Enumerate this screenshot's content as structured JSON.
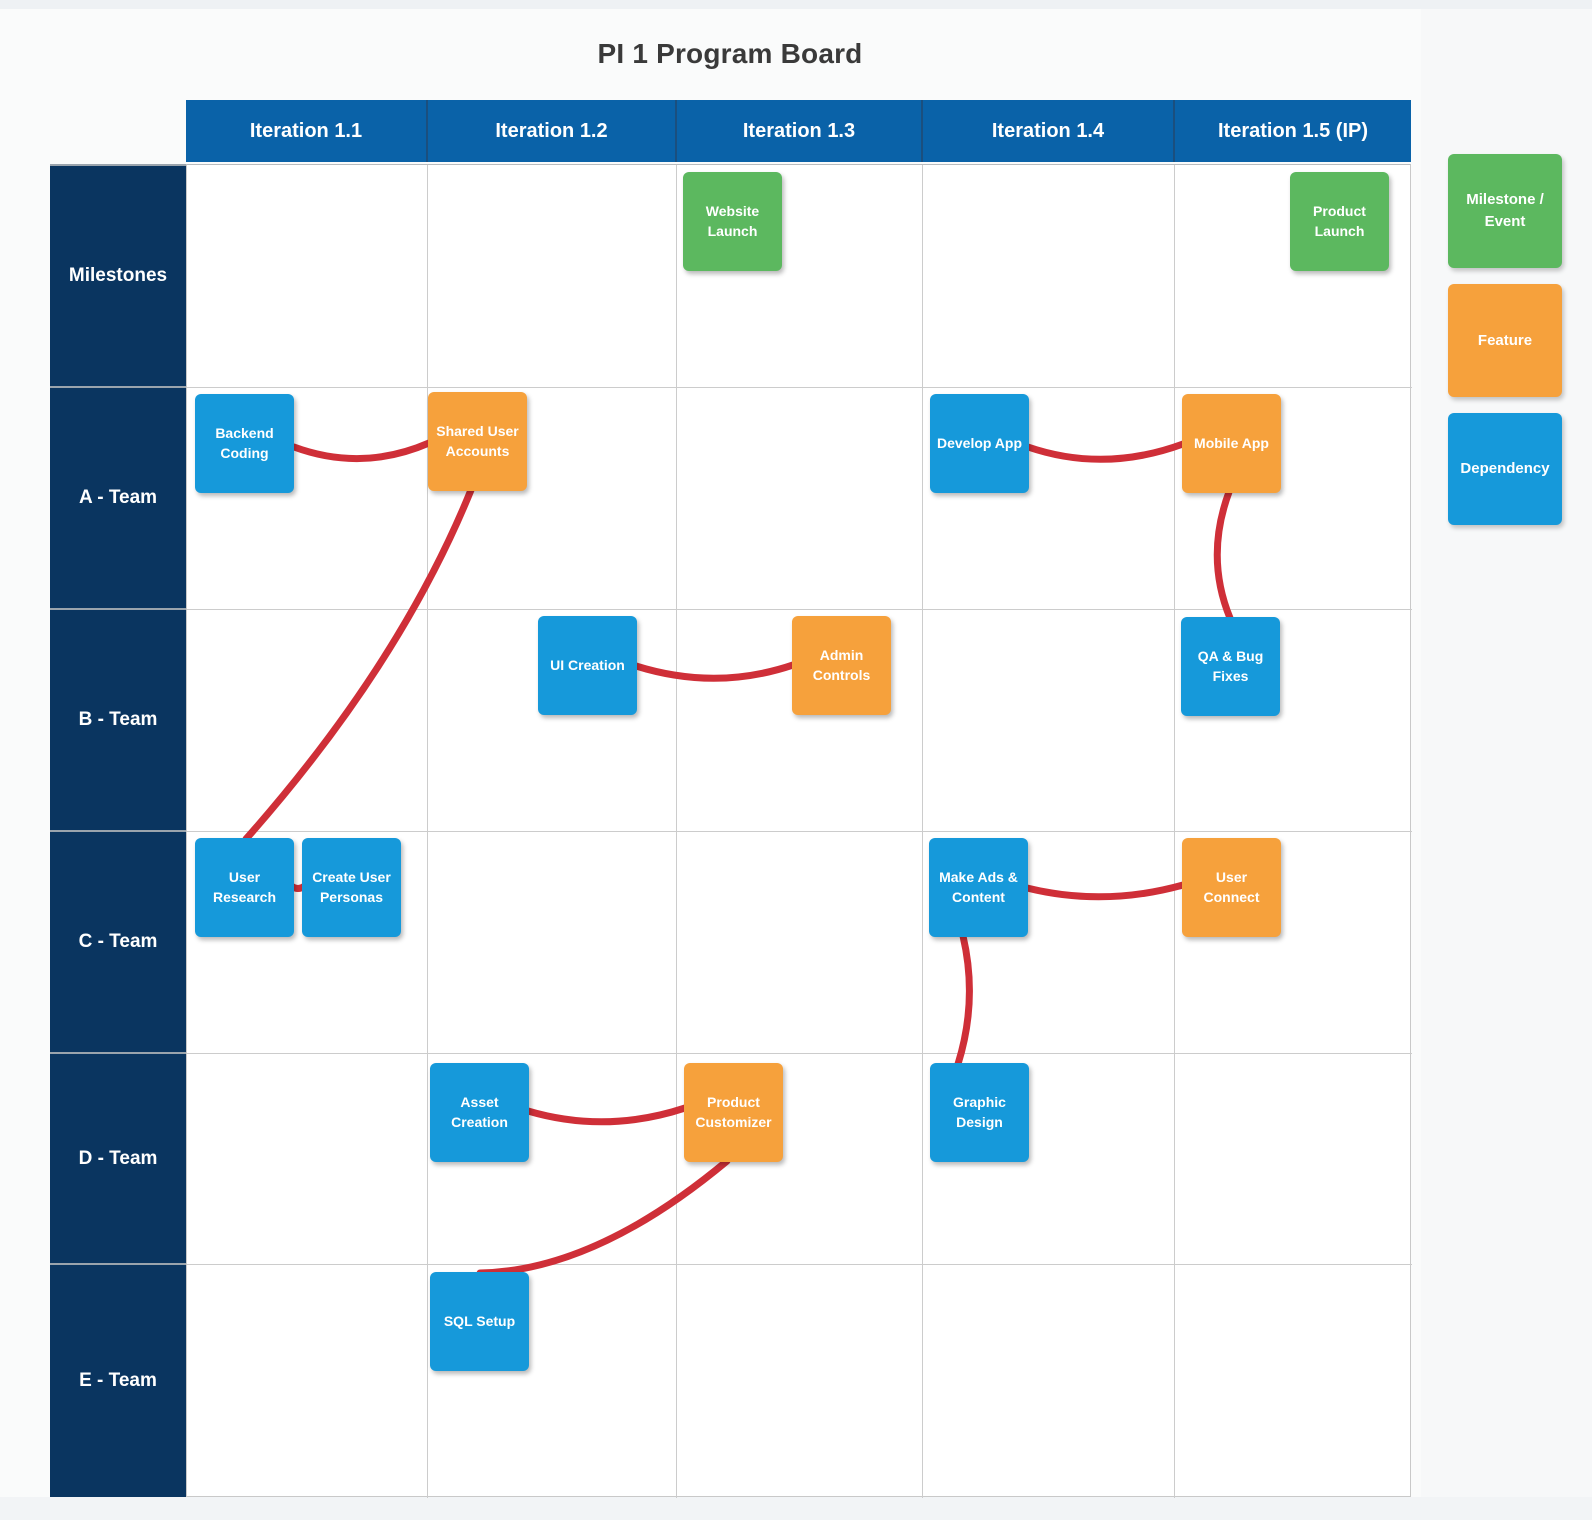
{
  "title": "PI 1 Program Board",
  "columns": [
    {
      "label": "Iteration 1.1"
    },
    {
      "label": "Iteration 1.2"
    },
    {
      "label": "Iteration 1.3"
    },
    {
      "label": "Iteration 1.4"
    },
    {
      "label": "Iteration 1.5 (IP)"
    }
  ],
  "rows": [
    {
      "label": "Milestones"
    },
    {
      "label": "A - Team"
    },
    {
      "label": "B - Team"
    },
    {
      "label": "C - Team"
    },
    {
      "label": "D - Team"
    },
    {
      "label": "E - Team"
    }
  ],
  "legend": [
    {
      "label": "Milestone / Event",
      "type": "milestone",
      "color": "#5CB85F"
    },
    {
      "label": "Feature",
      "type": "feature",
      "color": "#F6A13C"
    },
    {
      "label": "Dependency",
      "type": "dependency",
      "color": "#1699DA"
    }
  ],
  "colors": {
    "header_blue": "#0A62A8",
    "sidebar_navy": "#0A3560",
    "card_blue": "#1699DA",
    "card_orange": "#F6A13C",
    "card_green": "#5CB85F",
    "connector_red": "#CF2F38"
  },
  "cards": [
    {
      "label": "Website Launch",
      "type": "milestone",
      "row": "Milestones",
      "column": "Iteration 1.3"
    },
    {
      "label": "Product Launch",
      "type": "milestone",
      "row": "Milestones",
      "column": "Iteration 1.5 (IP)"
    },
    {
      "label": "Backend Coding",
      "type": "dependency",
      "row": "A - Team",
      "column": "Iteration 1.1"
    },
    {
      "label": "Shared User Accounts",
      "type": "feature",
      "row": "A - Team",
      "column": "Iteration 1.2"
    },
    {
      "label": "Develop App",
      "type": "dependency",
      "row": "A - Team",
      "column": "Iteration 1.4"
    },
    {
      "label": "Mobile App",
      "type": "feature",
      "row": "A - Team",
      "column": "Iteration 1.5 (IP)"
    },
    {
      "label": "UI Creation",
      "type": "dependency",
      "row": "B - Team",
      "column": "Iteration 1.2"
    },
    {
      "label": "Admin Controls",
      "type": "feature",
      "row": "B - Team",
      "column": "Iteration 1.3"
    },
    {
      "label": "QA & Bug Fixes",
      "type": "dependency",
      "row": "B - Team",
      "column": "Iteration 1.5 (IP)"
    },
    {
      "label": "User Research",
      "type": "dependency",
      "row": "C - Team",
      "column": "Iteration 1.1"
    },
    {
      "label": "Create User Personas",
      "type": "dependency",
      "row": "C - Team",
      "column": "Iteration 1.1"
    },
    {
      "label": "Make Ads & Content",
      "type": "dependency",
      "row": "C - Team",
      "column": "Iteration 1.4"
    },
    {
      "label": "User Connect",
      "type": "feature",
      "row": "C - Team",
      "column": "Iteration 1.5 (IP)"
    },
    {
      "label": "Asset Creation",
      "type": "dependency",
      "row": "D - Team",
      "column": "Iteration 1.2"
    },
    {
      "label": "Product Customizer",
      "type": "feature",
      "row": "D - Team",
      "column": "Iteration 1.3"
    },
    {
      "label": "Graphic Design",
      "type": "dependency",
      "row": "D - Team",
      "column": "Iteration 1.4"
    },
    {
      "label": "SQL Setup",
      "type": "dependency",
      "row": "E - Team",
      "column": "Iteration 1.2"
    }
  ],
  "connections": [
    {
      "from": "Backend Coding",
      "to": "Shared User Accounts"
    },
    {
      "from": "Shared User Accounts",
      "to": "User Research"
    },
    {
      "from": "User Research",
      "to": "Create User Personas"
    },
    {
      "from": "Develop App",
      "to": "Mobile App"
    },
    {
      "from": "Mobile App",
      "to": "QA & Bug Fixes"
    },
    {
      "from": "UI Creation",
      "to": "Admin Controls"
    },
    {
      "from": "Make Ads & Content",
      "to": "User Connect"
    },
    {
      "from": "Make Ads & Content",
      "to": "Graphic Design"
    },
    {
      "from": "Asset Creation",
      "to": "Product Customizer"
    },
    {
      "from": "Product Customizer",
      "to": "SQL Setup"
    }
  ]
}
